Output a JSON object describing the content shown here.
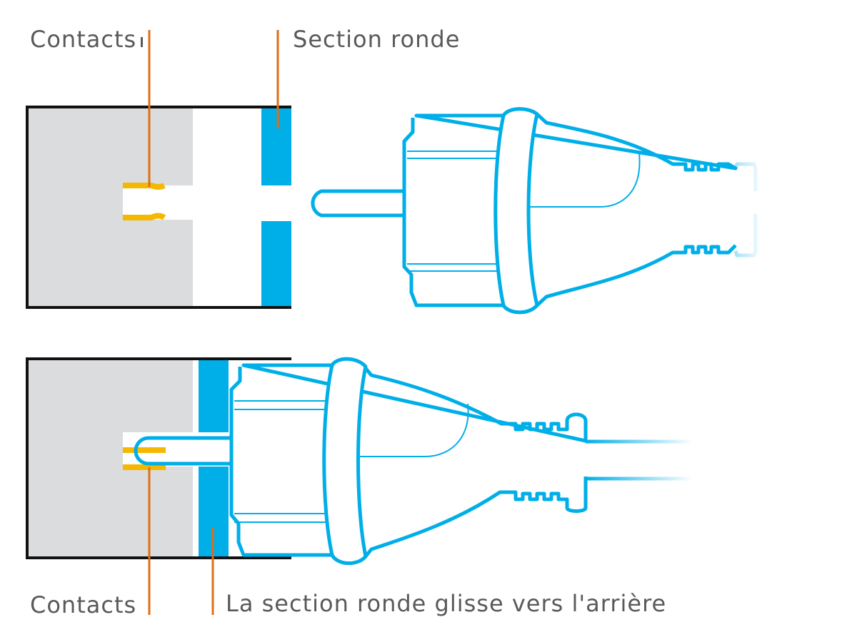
{
  "labels": {
    "top_left": "Contacts",
    "top_right": "Section ronde",
    "bottom_left": "Contacts",
    "bottom_right": "La section ronde glisse vers l'arrière"
  },
  "colors": {
    "outline_blue": "#00aee8",
    "section_blue": "#00aee8",
    "contact_yellow": "#f5b800",
    "leader_orange": "#e06e14",
    "socket_gray": "#dbdcde",
    "frame_black": "#111111",
    "text_gray": "#58595b"
  }
}
